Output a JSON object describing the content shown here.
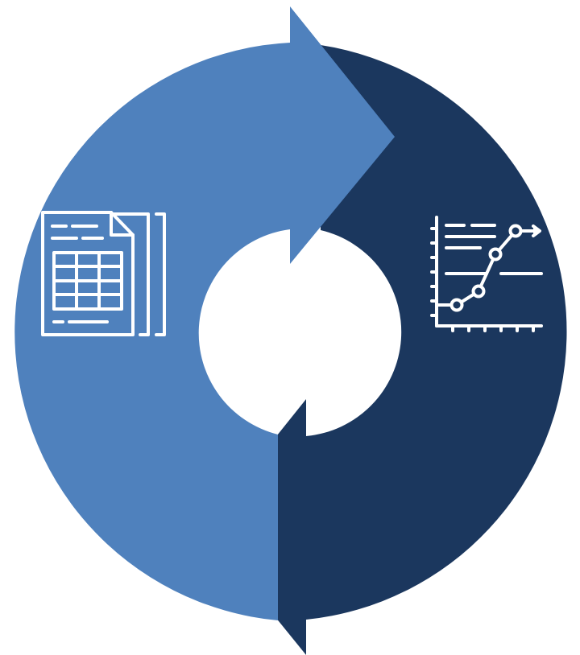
{
  "diagram": {
    "type": "two-step cycle",
    "colors": {
      "light_arrow": "#4f81bd",
      "dark_arrow": "#1b375e",
      "icon_stroke": "#ffffff",
      "background": "#ffffff"
    },
    "segments": [
      {
        "id": "left",
        "color": "light_arrow",
        "icon": "spreadsheet-document-icon"
      },
      {
        "id": "right",
        "color": "dark_arrow",
        "icon": "line-chart-icon"
      }
    ]
  }
}
